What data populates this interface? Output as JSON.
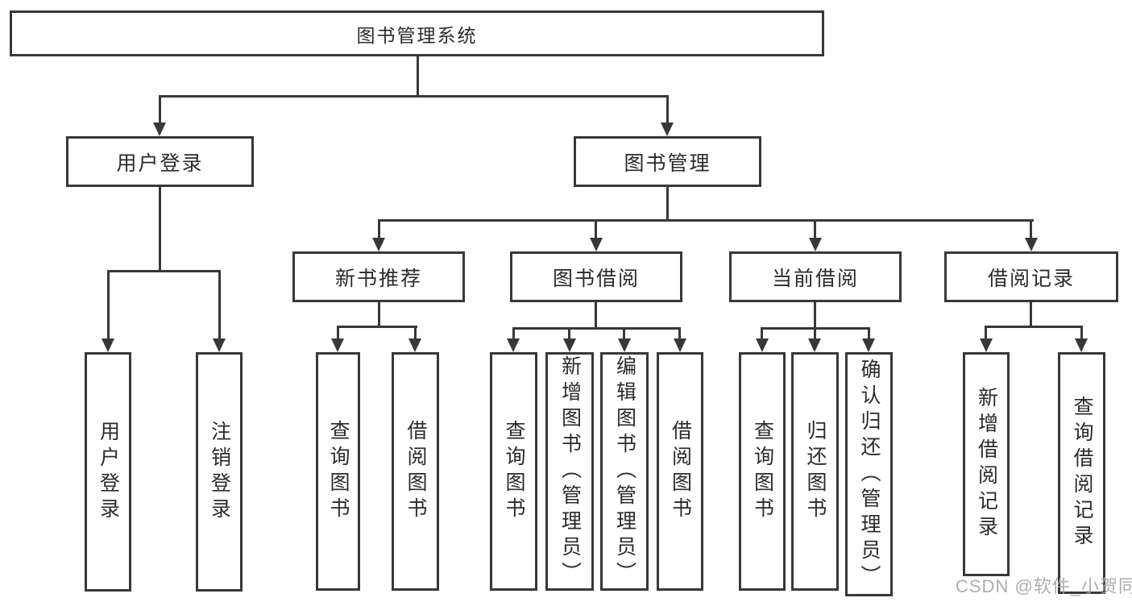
{
  "diagram": {
    "root": {
      "label": "图书管理系统"
    },
    "branches": [
      {
        "label": "用户登录",
        "children": [
          {
            "label": "用户登录"
          },
          {
            "label": "注销登录"
          }
        ]
      },
      {
        "label": "图书管理",
        "children": [
          {
            "label": "新书推荐",
            "children": [
              {
                "label": "查询图书"
              },
              {
                "label": "借阅图书"
              }
            ]
          },
          {
            "label": "图书借阅",
            "children": [
              {
                "label": "查询图书"
              },
              {
                "label": "新增图书（管理员）"
              },
              {
                "label": "编辑图书（管理员）"
              },
              {
                "label": "借阅图书"
              }
            ]
          },
          {
            "label": "当前借阅",
            "children": [
              {
                "label": "查询图书"
              },
              {
                "label": "归还图书"
              },
              {
                "label": "确认归还（管理员）"
              }
            ]
          },
          {
            "label": "借阅记录",
            "children": [
              {
                "label": "新增借阅记录"
              },
              {
                "label": "查询借阅记录"
              }
            ]
          }
        ]
      }
    ]
  },
  "watermark": {
    "text": "CSDN @软件_小贺同学"
  },
  "colors": {
    "line": "#383838",
    "text": "#2b2b2b",
    "background": "#ffffff",
    "watermark": "#a5a5a5"
  }
}
